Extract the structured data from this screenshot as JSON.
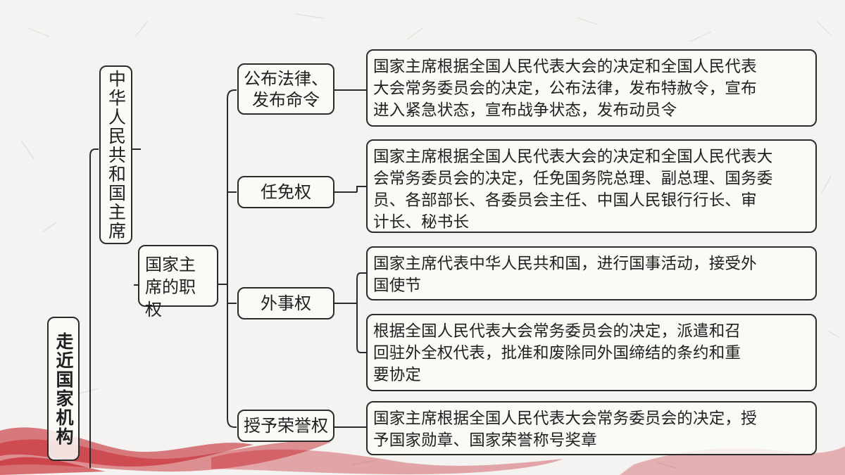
{
  "root": {
    "title": "走近国家机构"
  },
  "role": {
    "title": "中华人民共和国主席"
  },
  "powers": {
    "title": "国家主席的职权"
  },
  "categories": [
    {
      "label": "公布法律、发布命令"
    },
    {
      "label": "任免权"
    },
    {
      "label": "外事权"
    },
    {
      "label": "授予荣誉权"
    }
  ],
  "details": [
    {
      "lines": [
        "国家主席根据全国人民代表大会的决定和全国人民代表",
        "大会常务委员会的决定，公布法律，发布特赦令，宣布",
        "进入紧急状态，宣布战争状态，发布动员令"
      ]
    },
    {
      "lines": [
        "国家主席根据全国人民代表大会的决定和全国人民代表大",
        "会常务委员会的决定，任免国务院总理、副总理、国务委",
        "员、各部部长、各委员会主任、中国人民银行行长、审",
        "计长、秘书长"
      ]
    },
    {
      "lines": [
        "国家主席代表中华人民共和国，进行国事活动，接受外",
        "国使节"
      ]
    },
    {
      "lines": [
        "根据全国人民代表大会常务委员会的决定，派遣和召",
        "回驻外全权代表，批准和废除同外国缔结的条约和重",
        "要协定"
      ]
    },
    {
      "lines": [
        "国家主席根据全国人民代表大会常务委员会的决定，授",
        "予国家勋章、国家荣誉称号奖章"
      ]
    }
  ],
  "colors": {
    "stroke": "#2b2b2b",
    "background": "#f4f3f1",
    "accent_red": "#c0141c"
  }
}
